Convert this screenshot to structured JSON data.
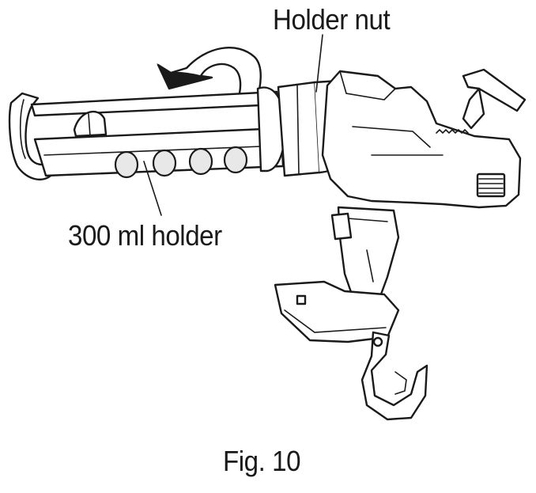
{
  "labels": {
    "holder_nut": "Holder nut",
    "holder_300": "300 ml holder",
    "figure_caption": "Fig. 10"
  },
  "icons": [
    "rotation-arrow-icon"
  ],
  "colors": {
    "ink": "#1a1a1a",
    "background": "#ffffff"
  }
}
